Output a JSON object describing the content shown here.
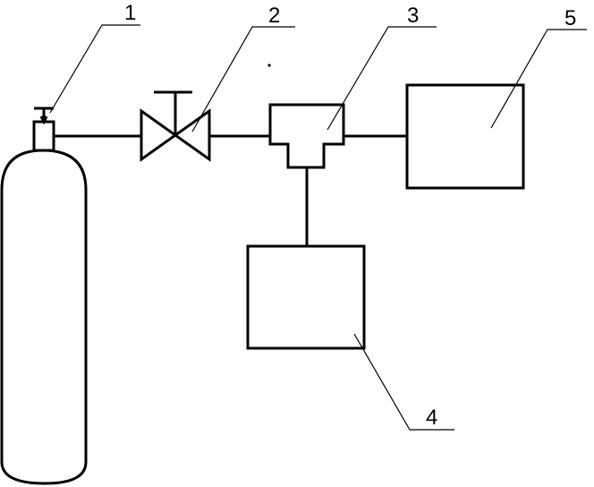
{
  "labels": {
    "cylinder_valve": "1",
    "valve": "2",
    "tee": "3",
    "box_lower": "4",
    "box_right": "5"
  }
}
